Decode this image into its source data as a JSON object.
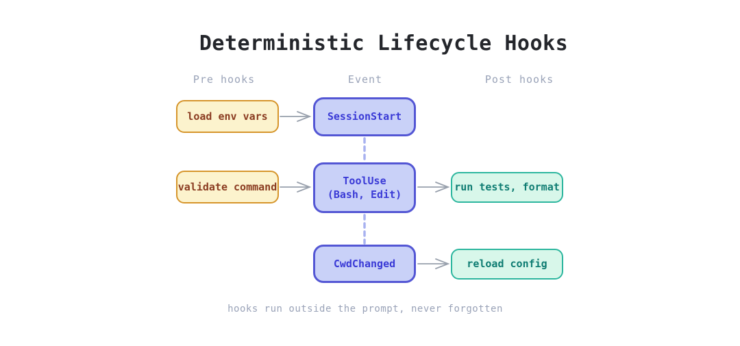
{
  "title": "Deterministic Lifecycle Hooks",
  "columns": {
    "pre": "Pre hooks",
    "event": "Event",
    "post": "Post hooks"
  },
  "nodes": {
    "pre_session": {
      "label": "load env vars",
      "type": "pre-hook"
    },
    "event_session": {
      "label": "SessionStart",
      "type": "event"
    },
    "pre_tooluse": {
      "label": "validate command",
      "type": "pre-hook"
    },
    "event_tooluse": {
      "label": "ToolUse\n(Bash, Edit)",
      "type": "event"
    },
    "post_tooluse": {
      "label": "run tests, format",
      "type": "post-hook"
    },
    "event_cwd": {
      "label": "CwdChanged",
      "type": "event"
    },
    "post_cwd": {
      "label": "reload config",
      "type": "post-hook"
    }
  },
  "edges": [
    {
      "from": "pre_session",
      "to": "event_session",
      "style": "arrow"
    },
    {
      "from": "pre_tooluse",
      "to": "event_tooluse",
      "style": "arrow"
    },
    {
      "from": "event_tooluse",
      "to": "post_tooluse",
      "style": "arrow"
    },
    {
      "from": "event_cwd",
      "to": "post_cwd",
      "style": "arrow"
    },
    {
      "from": "event_session",
      "to": "event_tooluse",
      "style": "dashed"
    },
    {
      "from": "event_tooluse",
      "to": "event_cwd",
      "style": "dashed"
    }
  ],
  "footer": "hooks run outside the prompt, never forgotten",
  "colors": {
    "background": "#ffffff",
    "title_text": "#24262b",
    "muted_text": "#9aa3b8",
    "pre_hook_fill": "#fcf3cd",
    "pre_hook_border": "#d6952b",
    "pre_hook_text": "#8a3b20",
    "event_fill": "#c9d1f8",
    "event_border": "#5356d4",
    "event_text": "#3a3ad6",
    "post_hook_fill": "#d8f7ea",
    "post_hook_border": "#2cb69e",
    "post_hook_text": "#0e7c72",
    "arrow": "#98a0ac",
    "dashed_connector": "#a8b2f0"
  }
}
